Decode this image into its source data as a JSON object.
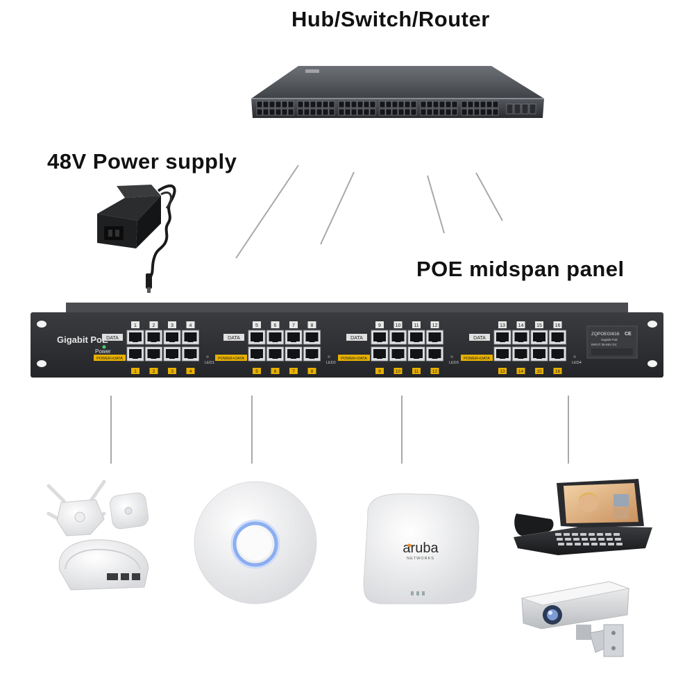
{
  "labels": {
    "hub": "Hub/Switch/Router",
    "psu": "48V Power supply",
    "poe": "POE  midspan panel"
  },
  "panel": {
    "brand": "Gigabit PoE",
    "power": "Power",
    "data_tag": "DATA",
    "power_data_tag": "POWER+DATA",
    "model": "ZQPOEGI816",
    "model_sub": "Gigabit PoE",
    "input": "INPUT 36-56V DC",
    "ce": "CE",
    "groups": [
      {
        "top": [
          "1",
          "2",
          "3",
          "4"
        ],
        "bottom": [
          "1",
          "2",
          "3",
          "4"
        ],
        "led": "LED1"
      },
      {
        "top": [
          "5",
          "6",
          "7",
          "8"
        ],
        "bottom": [
          "5",
          "6",
          "7",
          "8"
        ],
        "led": "LED2"
      },
      {
        "top": [
          "9",
          "10",
          "11",
          "12"
        ],
        "bottom": [
          "9",
          "10",
          "11",
          "12"
        ],
        "led": "LED3"
      },
      {
        "top": [
          "13",
          "14",
          "15",
          "16"
        ],
        "bottom": [
          "13",
          "14",
          "15",
          "16"
        ],
        "led": "LED4"
      }
    ]
  },
  "devices": {
    "aruba": "aruba",
    "aruba_sub": "NETWORKS"
  },
  "colors": {
    "panel": "#2f3134",
    "port_label_bg": "#e8b100",
    "connector_line": "#a8a8a8"
  }
}
